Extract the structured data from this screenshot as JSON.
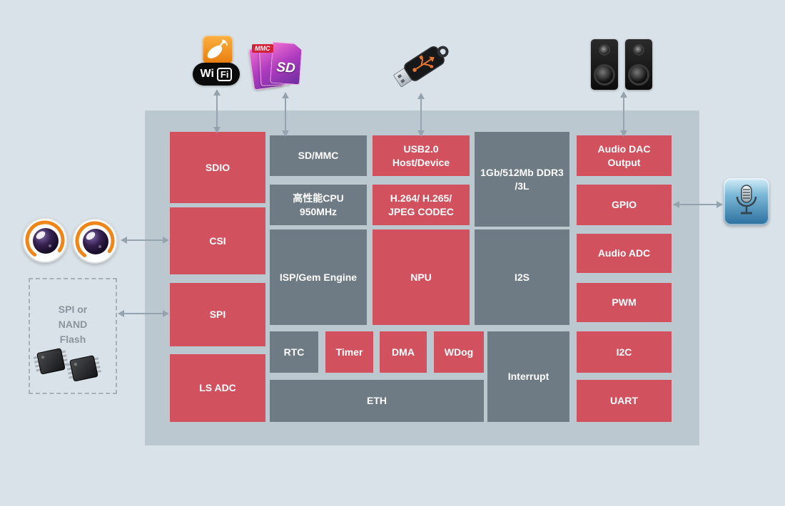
{
  "colors": {
    "background": "#d9e2e8",
    "panel": "#bcc8d0",
    "block_red": "#d2515e",
    "block_gray": "#6e7b85",
    "arrow": "#94a3ad",
    "label_text": "#ffffff",
    "flash_label": "#8b949c"
  },
  "chip": {
    "blocks": {
      "sdio": "SDIO",
      "csi": "CSI",
      "spi": "SPI",
      "ls_adc": "LS ADC",
      "sd_mmc": "SD/MMC",
      "cpu": "高性能CPU\n950MHz",
      "isp": "ISP/Gem Engine",
      "rtc": "RTC",
      "timer": "Timer",
      "dma": "DMA",
      "wdog": "WDog",
      "eth": "ETH",
      "usb": "USB2.0\nHost/Device",
      "codec": "H.264/ H.265/\nJPEG CODEC",
      "npu": "NPU",
      "ddr": "1Gb/512Mb DDR3\n/3L",
      "i2s": "I2S",
      "interrupt": "Interrupt",
      "audio_dac": "Audio DAC\nOutput",
      "gpio": "GPIO",
      "audio_adc": "Audio ADC",
      "pwm": "PWM",
      "i2c": "I2C",
      "uart": "UART"
    }
  },
  "peripherals": {
    "wifi": {
      "wi": "Wi",
      "fi": "Fi"
    },
    "cards": {
      "mmc": "MMC",
      "sd": "SD"
    },
    "flash": {
      "label": "SPI or\nNAND\nFlash"
    }
  }
}
